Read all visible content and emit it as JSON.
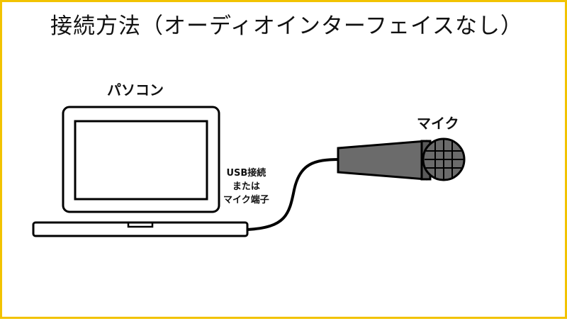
{
  "title": "接続方法（オーディオインターフェイスなし）",
  "laptop_label": "パソコン",
  "mic_label": "マイク",
  "connection_label": [
    "USB接続",
    "または",
    "マイク端子"
  ],
  "colors": {
    "frame": "#f2c300",
    "mic_body": "#6b6b6b",
    "stroke": "#000000"
  }
}
